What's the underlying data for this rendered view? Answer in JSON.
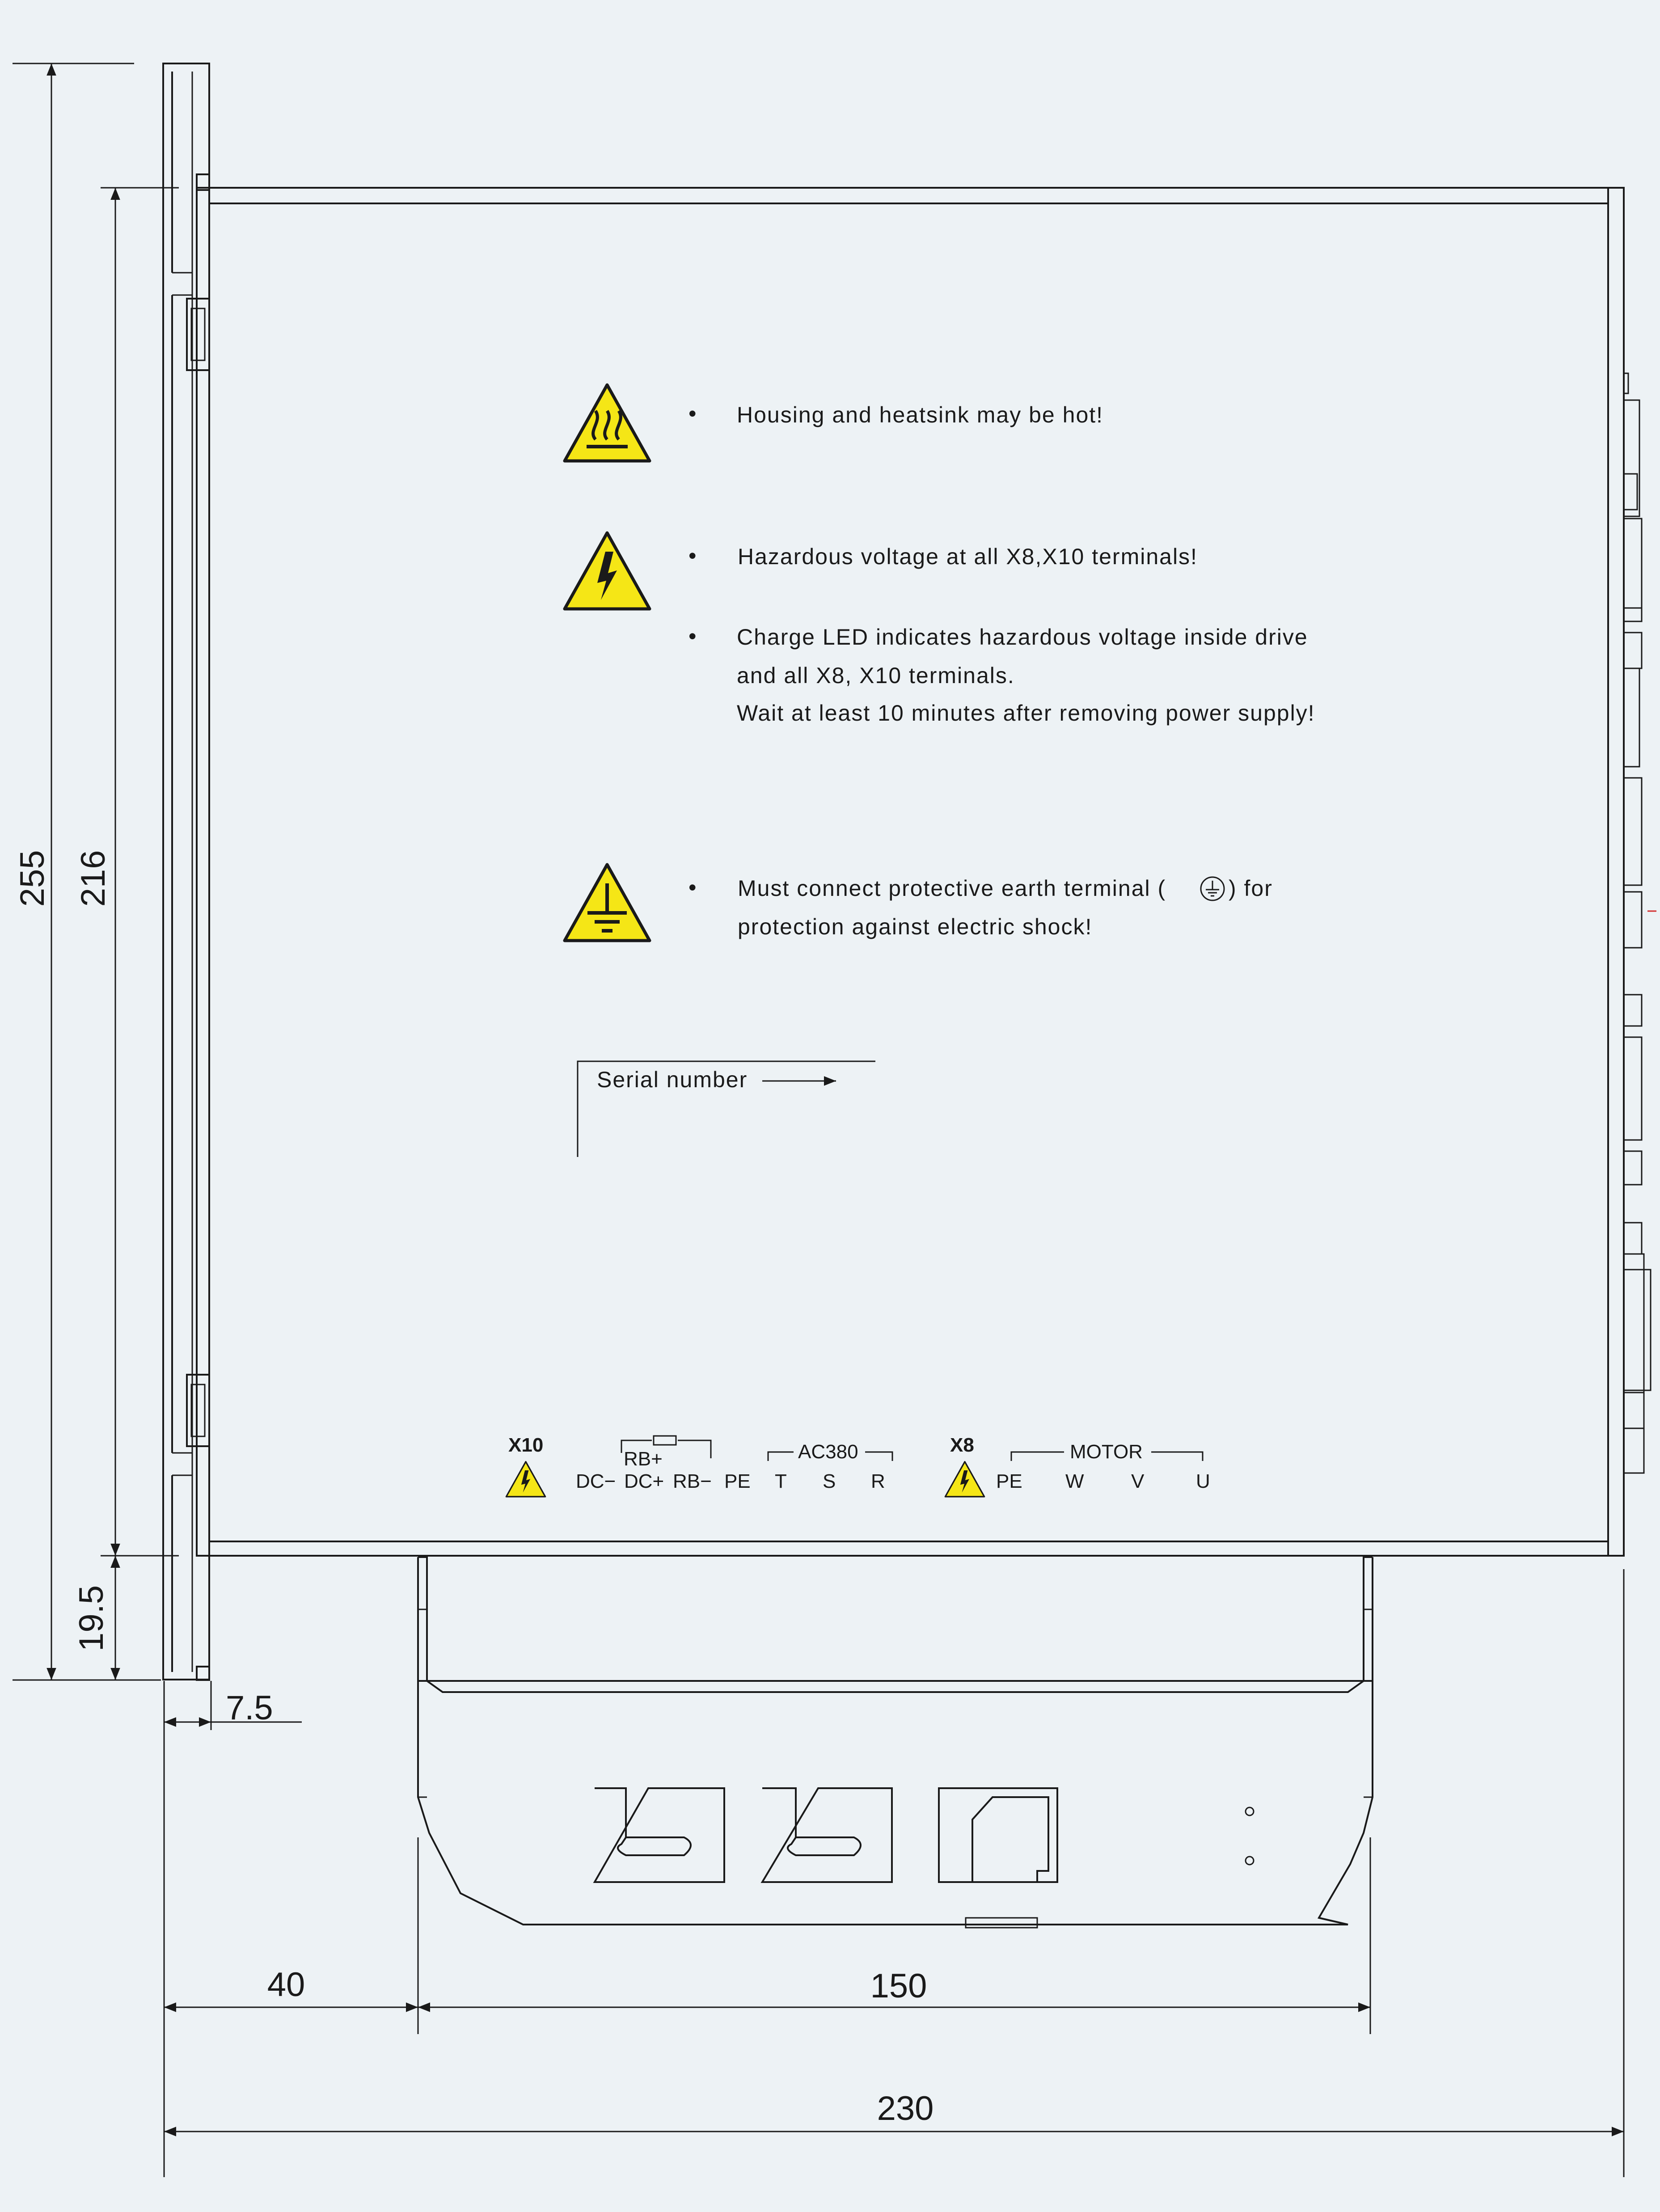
{
  "dimensions": {
    "overall_height": "255",
    "body_height": "216",
    "bottom_offset": "19.5",
    "flange_thickness": "7.5",
    "side_width": "40",
    "bracket_width": "150",
    "overall_width": "230"
  },
  "warnings": {
    "hot": "Housing  and  heatsink  may  be  hot!",
    "voltage": "Hazardous voltage at all X8,X10 terminals!",
    "charge_line1": "Charge LED indicates hazardous voltage inside drive",
    "charge_line2": "and all X8, X10 terminals.",
    "charge_line3": "Wait at least 10 minutes after removing power supply!",
    "earth_line1a": "Must  connect  protective  earth  terminal  (",
    "earth_line1b": ")  for",
    "earth_line2": "protection  against  electric shock!"
  },
  "serial": {
    "label": "Serial  number"
  },
  "terminals": {
    "x10": {
      "title": "X10",
      "group_rb": "RB+",
      "labels": [
        "DC−",
        "DC+",
        "RB−",
        "PE",
        "T",
        "S",
        "R"
      ],
      "group_ac": "AC380"
    },
    "x8": {
      "title": "X8",
      "group_motor": "MOTOR",
      "labels": [
        "PE",
        "W",
        "V",
        "U"
      ]
    }
  },
  "icons": {
    "hot": "hot-surface-warning-icon",
    "voltage": "high-voltage-warning-icon",
    "earth": "protective-earth-warning-icon",
    "bullet": "•",
    "colors": {
      "warning_fill": "#f5e616",
      "line": "#1a1a1a",
      "background": "#edf2f5"
    }
  }
}
